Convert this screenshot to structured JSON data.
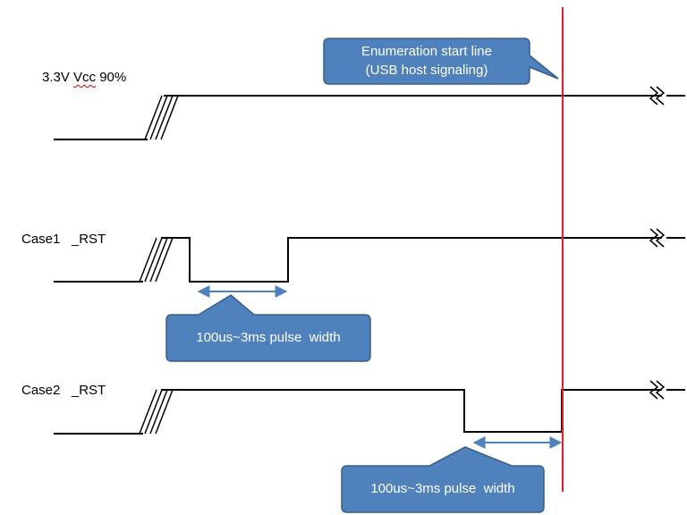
{
  "signals": {
    "vcc_label_prefix": "3.3V ",
    "vcc_label_word": "Vcc",
    "vcc_label_suffix": " 90%",
    "case1_label": "Case1   _RST",
    "case2_label": "Case2   _RST"
  },
  "callouts": {
    "enum_line1": "Enumeration start line",
    "enum_line2": "(USB host signaling)",
    "pulse1": "100us~3ms pulse  width",
    "pulse2": "100us~3ms pulse  width"
  },
  "colors": {
    "signal": "#000000",
    "enumeration_line": "#e0202a",
    "callout_fill": "#4f81bd",
    "callout_border": "#385d8a",
    "arrow": "#4f81bd"
  }
}
